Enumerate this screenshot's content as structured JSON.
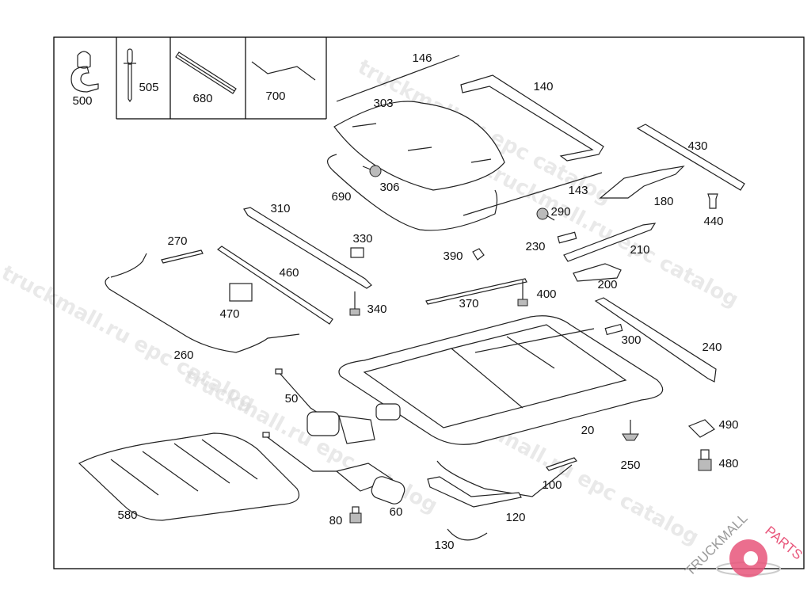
{
  "watermark": "truckmall.ru epc catalog",
  "logo": {
    "text_left": "TRUCKMALL",
    "text_right": "PARTS",
    "accent_color": "#e8557a",
    "gray_color": "#9a9a9a"
  },
  "inset_parts": [
    {
      "number": "500",
      "icon": "clip-icon"
    },
    {
      "number": "505",
      "icon": "rivet-icon"
    },
    {
      "number": "680",
      "icon": "seal-strip-icon"
    },
    {
      "number": "700",
      "icon": "wire-bracket-icon"
    }
  ],
  "part_numbers": {
    "p146": "146",
    "p140": "140",
    "p303": "303",
    "p430": "430",
    "p306": "306",
    "p690": "690",
    "p143": "143",
    "p180": "180",
    "p290": "290",
    "p440": "440",
    "p310": "310",
    "p330": "330",
    "p270": "270",
    "p230": "230",
    "p210": "210",
    "p390": "390",
    "p460": "460",
    "p200": "200",
    "p370": "370",
    "p400": "400",
    "p340": "340",
    "p470": "470",
    "p300": "300",
    "p240": "240",
    "p260": "260",
    "p50": "50",
    "p20": "20",
    "p490": "490",
    "p250": "250",
    "p480": "480",
    "p100": "100",
    "p580": "580",
    "p80": "80",
    "p60": "60",
    "p120": "120",
    "p130": "130"
  }
}
